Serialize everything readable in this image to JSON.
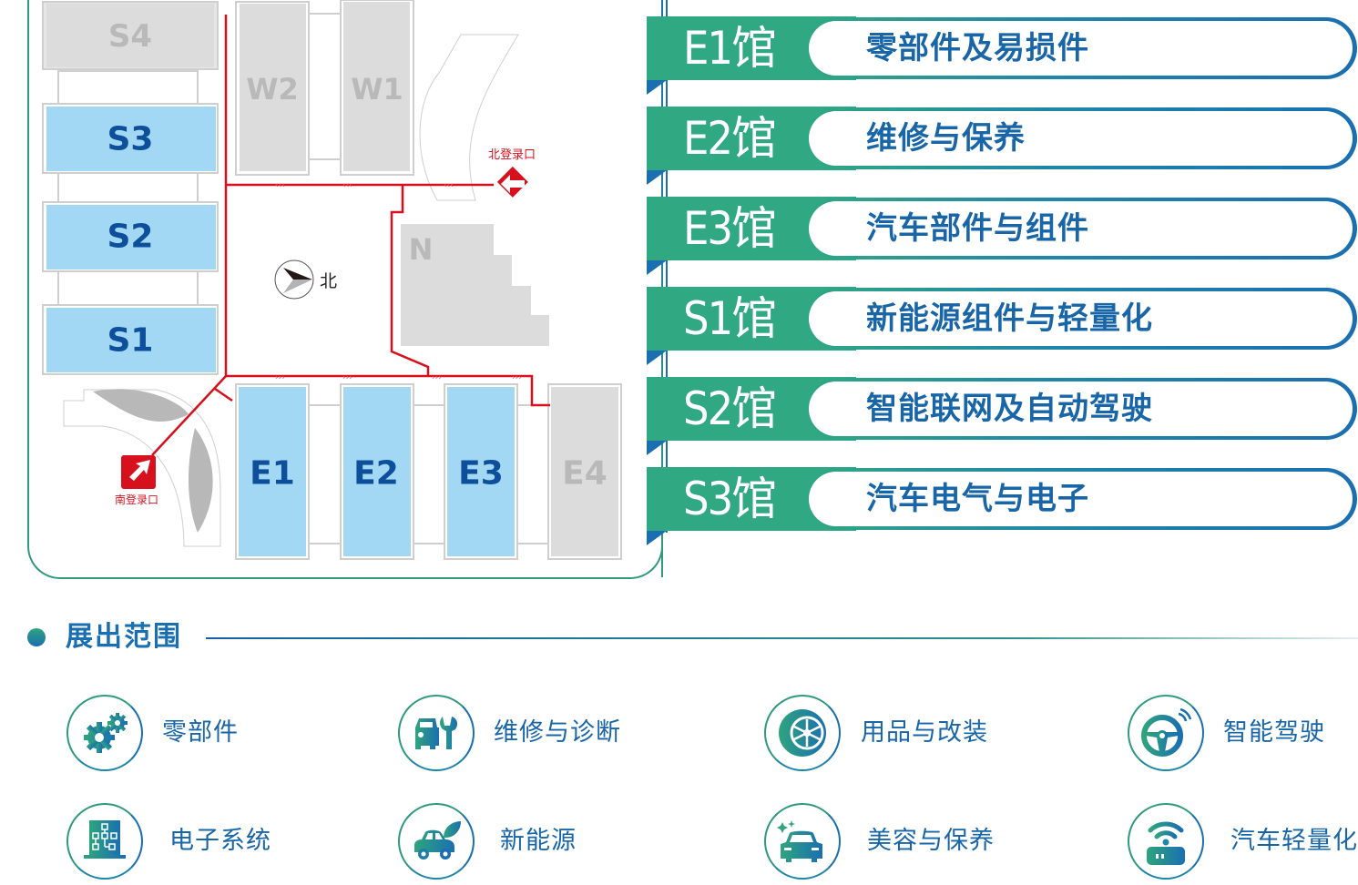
{
  "map": {
    "halls": {
      "S4": "S4",
      "S3": "S3",
      "S2": "S2",
      "S1": "S1",
      "W2": "W2",
      "W1": "W1",
      "N": "N",
      "E1": "E1",
      "E2": "E2",
      "E3": "E3",
      "E4": "E4"
    },
    "compass_label": "北",
    "north_entrance_label": "北登录口",
    "south_entrance_label": "南登录口",
    "colors": {
      "active_hall": "#a3d8f4",
      "active_hall_text": "#0d4f9a",
      "inactive_hall": "#dcdcdc",
      "inactive_hall_text": "#b9b9b9",
      "route": "#d7101e",
      "panel_border": "#2f9a7e"
    }
  },
  "hall_list": [
    {
      "hall": "E1馆",
      "topic": "零部件及易损件"
    },
    {
      "hall": "E2馆",
      "topic": "维修与保养"
    },
    {
      "hall": "E3馆",
      "topic": "汽车部件与组件"
    },
    {
      "hall": "S1馆",
      "topic": "新能源组件与轻量化"
    },
    {
      "hall": "S2馆",
      "topic": "智能联网及自动驾驶"
    },
    {
      "hall": "S3馆",
      "topic": "汽车电气与电子"
    }
  ],
  "section": {
    "title": "展出范围"
  },
  "categories": [
    {
      "label": "零部件",
      "icon": "gears-icon"
    },
    {
      "label": "维修与诊断",
      "icon": "car-wrench-icon"
    },
    {
      "label": "用品与改装",
      "icon": "wheel-icon"
    },
    {
      "label": "智能驾驶",
      "icon": "steering-wheel-icon"
    },
    {
      "label": "电子系统",
      "icon": "circuit-laptop-icon"
    },
    {
      "label": "新能源",
      "icon": "eco-car-icon"
    },
    {
      "label": "美容与保养",
      "icon": "shiny-car-icon"
    },
    {
      "label": "汽车轻量化",
      "icon": "wireless-device-icon"
    }
  ],
  "theme": {
    "green": "#30a882",
    "blue": "#1a6fb0",
    "text_blue": "#1865a8"
  }
}
